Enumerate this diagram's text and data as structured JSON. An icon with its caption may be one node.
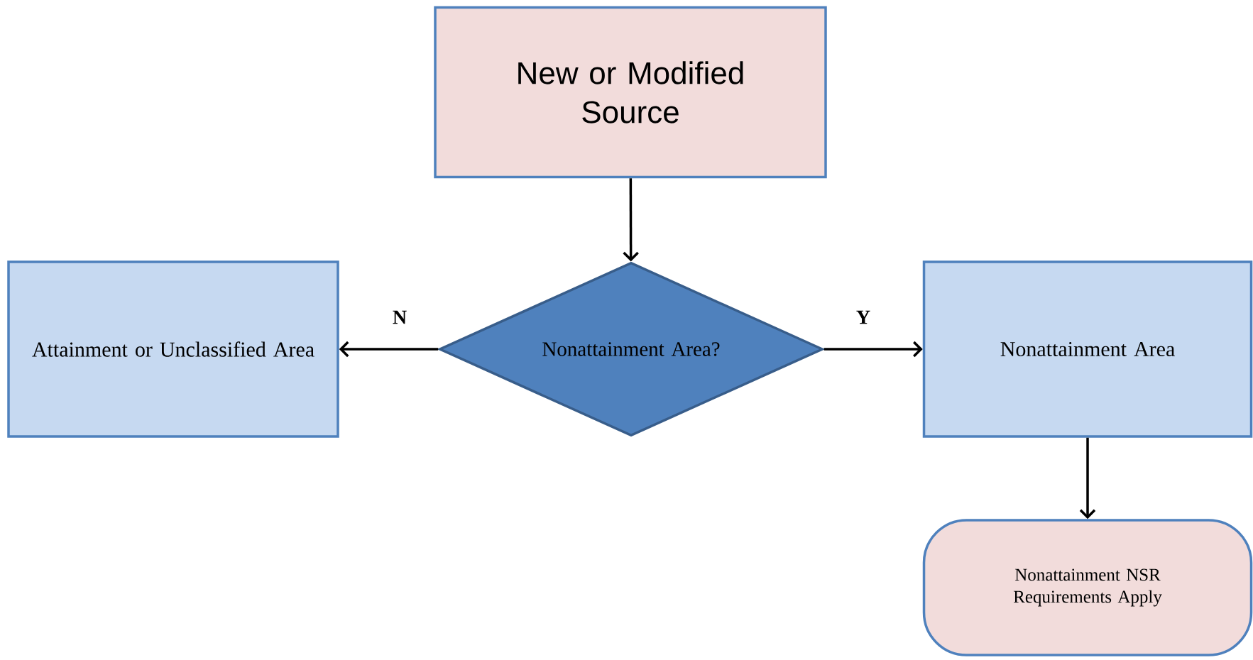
{
  "diagram": {
    "nodes": [
      {
        "text": [
          "New or Modified Source"
        ]
      },
      {
        "text": [
          "Nonattainment Area?"
        ]
      },
      {
        "text": [
          "Attainment or Unclassified Area"
        ]
      },
      {
        "text": [
          "Nonattainment Area"
        ]
      },
      {
        "text": [
          "Nonattainment NSR Requirements Apply"
        ]
      }
    ],
    "edges": [
      {
        "from": 0,
        "to": 1,
        "arrow": "to"
      },
      {
        "from": 1,
        "to": 2,
        "arrow": "to",
        "label": "N"
      },
      {
        "from": 1,
        "to": 3,
        "arrow": "to",
        "label": "Y"
      },
      {
        "from": 3,
        "to": 4,
        "arrow": "to"
      }
    ]
  }
}
